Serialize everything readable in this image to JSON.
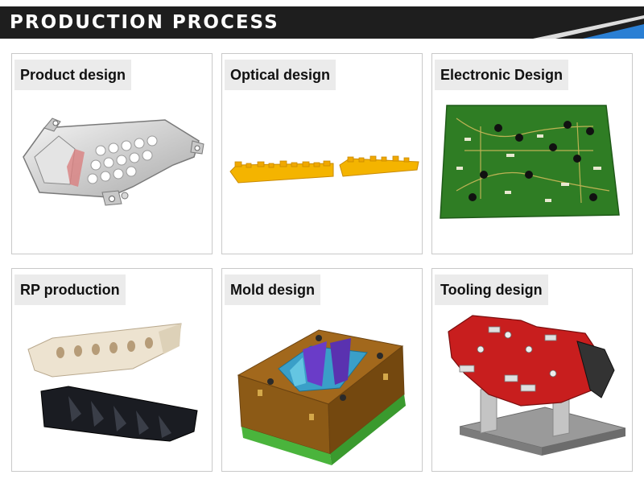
{
  "header": {
    "title": "PRODUCTION PROCESS"
  },
  "steps": [
    {
      "label": "Product design",
      "icon": "headlight-lamp-model"
    },
    {
      "label": "Optical design",
      "icon": "light-guide-parts"
    },
    {
      "label": "Electronic Design",
      "icon": "circuit-board"
    },
    {
      "label": "RP production",
      "icon": "prototype-parts"
    },
    {
      "label": "Mold design",
      "icon": "mold-3d-model"
    },
    {
      "label": "Tooling design",
      "icon": "tooling-fixture"
    }
  ],
  "colors": {
    "banner": "#1e1e1e",
    "accent_blue": "#2a7fd4",
    "card_border": "#c9c9c9",
    "label_bg": "#ebebeb",
    "optical_yellow": "#f4b400",
    "pcb_green": "#2f7d24",
    "tooling_red": "#c81e1e"
  }
}
